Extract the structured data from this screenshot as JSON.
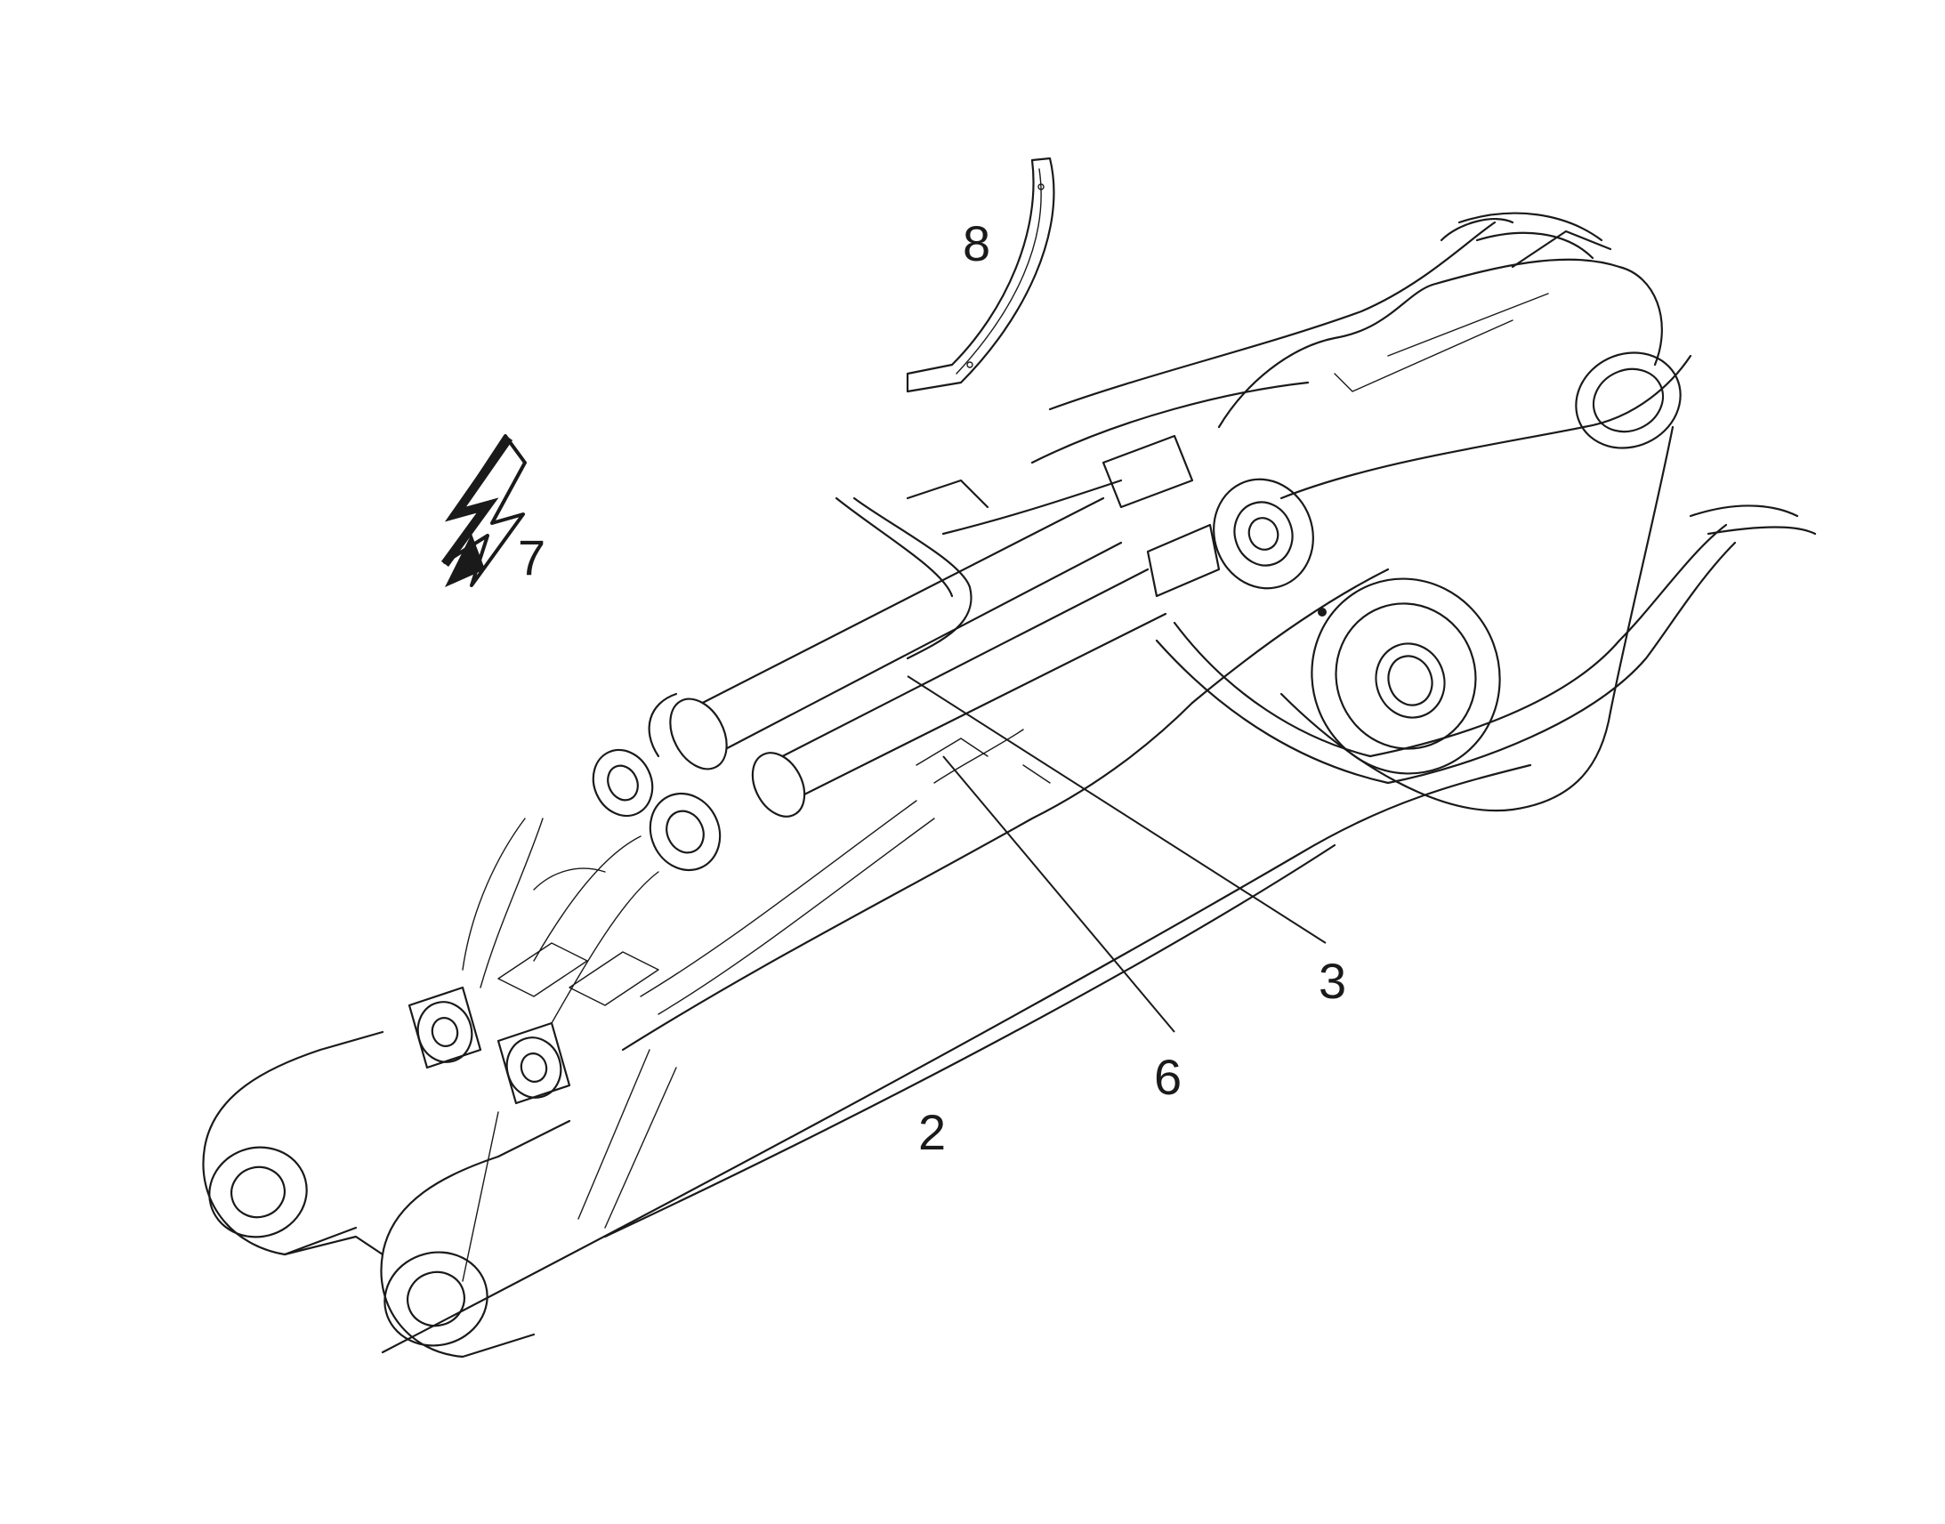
{
  "callouts": {
    "boom": "2",
    "cylinder": "3",
    "harness": "6",
    "electrical": "7",
    "plate": "8"
  },
  "icons": {
    "electrical": "lightning-bolt-icon"
  },
  "colors": {
    "ink": "#1a1a1a",
    "background": "#ffffff"
  }
}
